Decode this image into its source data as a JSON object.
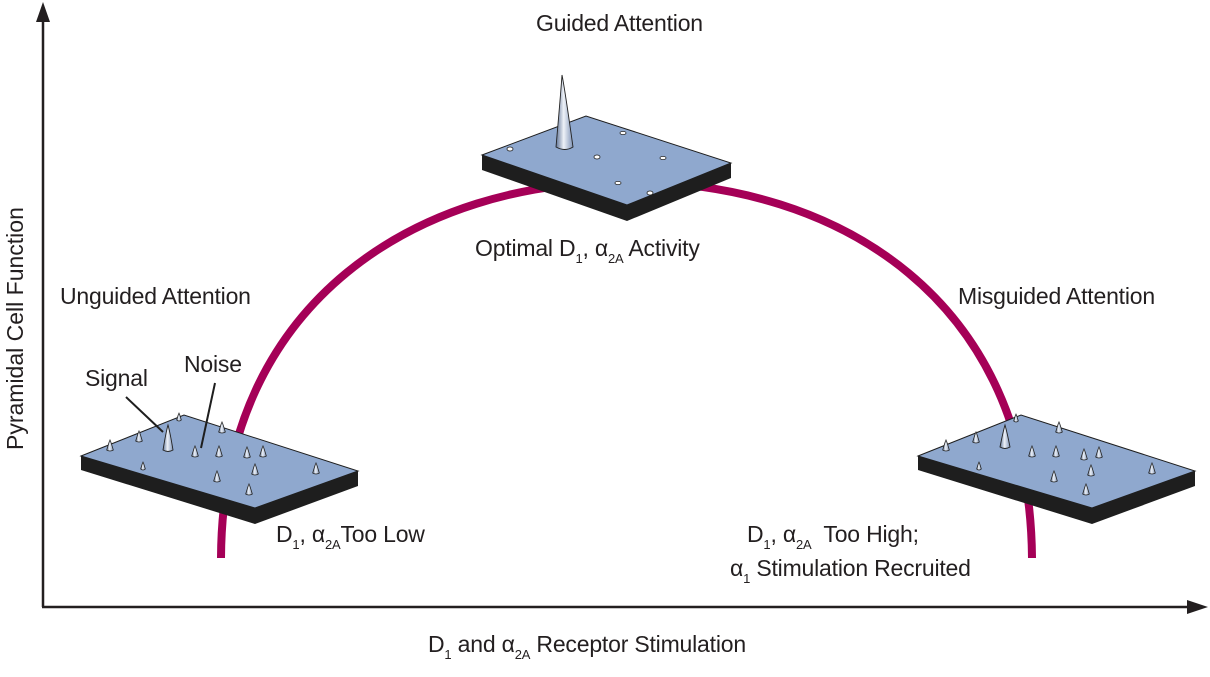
{
  "diagram": {
    "type": "inverted-U",
    "colors": {
      "curve": "#a50057",
      "plate_top": "#8fa8ce",
      "plate_side": "#1e1e1e",
      "axis": "#231f20",
      "text": "#231f20"
    },
    "axes": {
      "y_label": "Pyramidal Cell Function",
      "x_label": {
        "pre": "D",
        "sub1": "1",
        "mid": " and α",
        "sub2": "2A",
        "post": " Receptor Stimulation"
      }
    },
    "states": {
      "guided": {
        "title": "Guided Attention",
        "caption": {
          "pre": "Optimal D",
          "sub1": "1",
          "mid": ", α",
          "sub2": "2A",
          "post": " Activity"
        }
      },
      "unguided": {
        "title": "Unguided Attention",
        "caption": {
          "pre": "D",
          "sub1": "1",
          "mid": ", α",
          "sub2": "2A",
          "post": "Too Low"
        },
        "signal_label": "Signal",
        "noise_label": "Noise"
      },
      "misguided": {
        "title": "Misguided Attention",
        "caption_line1": {
          "pre": "D",
          "sub1": "1",
          "mid": ", α",
          "sub2": "2A",
          "post": "  Too High;"
        },
        "caption_line2": {
          "pre": "α",
          "sub1": "1",
          "post": " Stimulation Recruited"
        }
      }
    }
  }
}
